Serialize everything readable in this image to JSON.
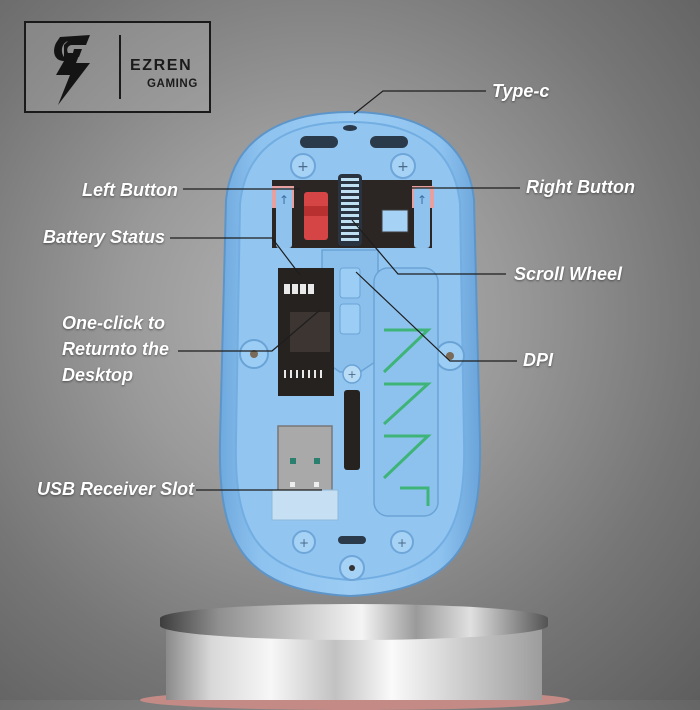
{
  "brand": {
    "name": "EZREN",
    "tagline": "GAMING",
    "logo_icon": "lightning-bolt-logo-icon"
  },
  "product": {
    "subject": "wireless mouse internal view",
    "body_color": "#8fc3ee",
    "accent_color": "#e07a78"
  },
  "labels": {
    "type_c": "Type-c",
    "left_button": "Left Button",
    "right_button": "Right Button",
    "battery_status": "Battery Status",
    "scroll_wheel": "Scroll Wheel",
    "one_click_desktop": "One-click to Returnto the Desktop",
    "dpi": "DPI",
    "usb_receiver_slot": "USB Receiver Slot"
  },
  "colors": {
    "label_text": "#ffffff",
    "leader_line": "#1e1e1e",
    "background": "#8a8a8a"
  }
}
